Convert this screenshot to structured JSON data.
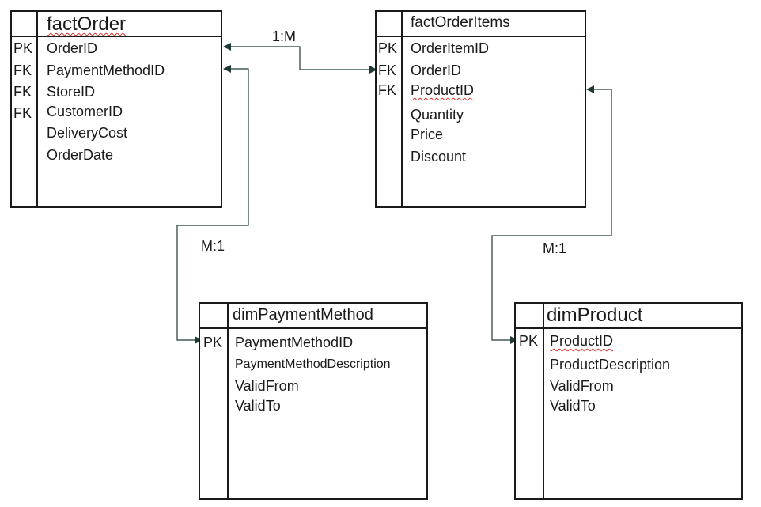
{
  "entities": {
    "fact_order": {
      "title": "factOrder",
      "rows": [
        {
          "key": "PK",
          "name": "OrderID"
        },
        {
          "key": "FK",
          "name": "PaymentMethodID"
        },
        {
          "key": "FK",
          "name": "StoreID"
        },
        {
          "key": "FK",
          "name": "CustomerID"
        },
        {
          "key": "",
          "name": "DeliveryCost"
        },
        {
          "key": "",
          "name": "OrderDate"
        }
      ]
    },
    "fact_order_items": {
      "title": "factOrderItems",
      "rows": [
        {
          "key": "PK",
          "name": "OrderItemID"
        },
        {
          "key": "FK",
          "name": "OrderID"
        },
        {
          "key": "FK",
          "name": "ProductID"
        },
        {
          "key": "",
          "name": "Quantity"
        },
        {
          "key": "",
          "name": "Price"
        },
        {
          "key": "",
          "name": "Discount"
        }
      ]
    },
    "dim_payment_method": {
      "title": "dimPaymentMethod",
      "rows": [
        {
          "key": "PK",
          "name": "PaymentMethodID"
        },
        {
          "key": "",
          "name": "PaymentMethodDescription"
        },
        {
          "key": "",
          "name": "ValidFrom"
        },
        {
          "key": "",
          "name": "ValidTo"
        }
      ]
    },
    "dim_product": {
      "title": "dimProduct",
      "rows": [
        {
          "key": "PK",
          "name": "ProductID"
        },
        {
          "key": "",
          "name": "ProductDescription"
        },
        {
          "key": "",
          "name": "ValidFrom"
        },
        {
          "key": "",
          "name": "ValidTo"
        }
      ]
    }
  },
  "relationships": [
    {
      "label": "1:M",
      "from": "factOrderItems.OrderID",
      "to": "factOrder.OrderID"
    },
    {
      "label": "M:1",
      "from": "dimPaymentMethod.PaymentMethodID",
      "to": "factOrder.PaymentMethodID"
    },
    {
      "label": "M:1",
      "from": "dimProduct.ProductID",
      "to": "factOrderItems.ProductID"
    }
  ],
  "colors": {
    "line": "#1a1a1a",
    "connector": "#1f3a36",
    "spellcheck": "#d9302c"
  }
}
